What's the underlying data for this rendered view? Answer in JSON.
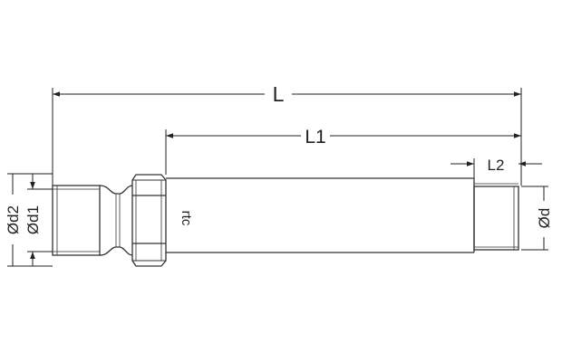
{
  "dimensions": {
    "overall_length": "L",
    "body_length": "L1",
    "thread_length": "L2",
    "diameter_d2": "Ød2",
    "diameter_d1": "Ød1",
    "diameter_d": "Ød"
  },
  "marking": "rtc"
}
